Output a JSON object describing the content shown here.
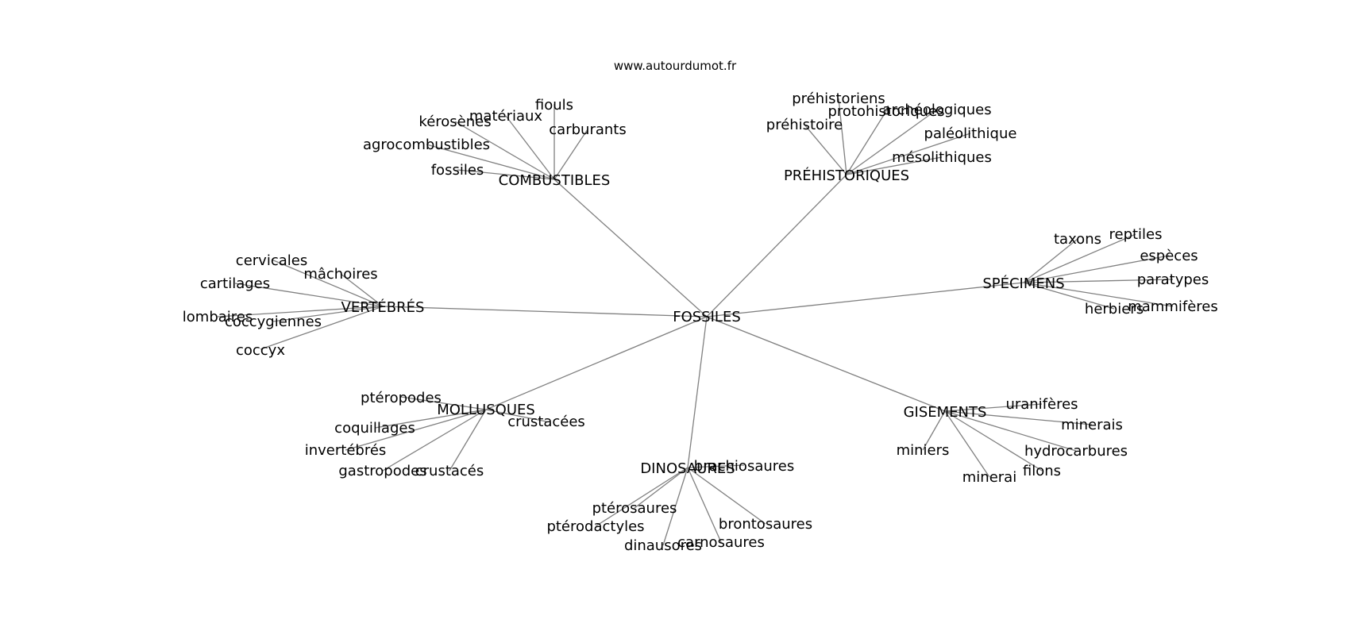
{
  "source": "www.autourdumot.fr",
  "root": "FOSSILES",
  "edge_color": "#808080",
  "groups": [
    {
      "id": "combustibles",
      "label": "COMBUSTIBLES",
      "children": [
        "fiouls",
        "matériaux",
        "kérosènes",
        "carburants",
        "agrocombustibles",
        "fossiles"
      ]
    },
    {
      "id": "prehistoriques",
      "label": "PRÉHISTORIQUES",
      "children": [
        "préhistoriens",
        "protohistoriques",
        "archéologiques",
        "préhistoire",
        "paléolithique",
        "mésolithiques"
      ]
    },
    {
      "id": "specimens",
      "label": "SPÉCIMENS",
      "children": [
        "taxons",
        "reptiles",
        "espèces",
        "paratypes",
        "herbiers",
        "mammifères"
      ]
    },
    {
      "id": "vertebres",
      "label": "VERTÉBRÉS",
      "children": [
        "cervicales",
        "mâchoires",
        "cartilages",
        "lombaires",
        "coccygiennes",
        "coccyx"
      ]
    },
    {
      "id": "mollusques",
      "label": "MOLLUSQUES",
      "children": [
        "ptéropodes",
        "crustacées",
        "coquillages",
        "invertébrés",
        "gastropodes",
        "crustacés"
      ]
    },
    {
      "id": "dinosaures",
      "label": "DINOSAURES",
      "children": [
        "brachiosaures",
        "ptérosaures",
        "ptérodactyles",
        "brontosaures",
        "carnosaures",
        "dinausores"
      ]
    },
    {
      "id": "gisements",
      "label": "GISEMENTS",
      "children": [
        "uranifères",
        "minerais",
        "miniers",
        "hydrocarbures",
        "filons",
        "minerai"
      ]
    }
  ]
}
